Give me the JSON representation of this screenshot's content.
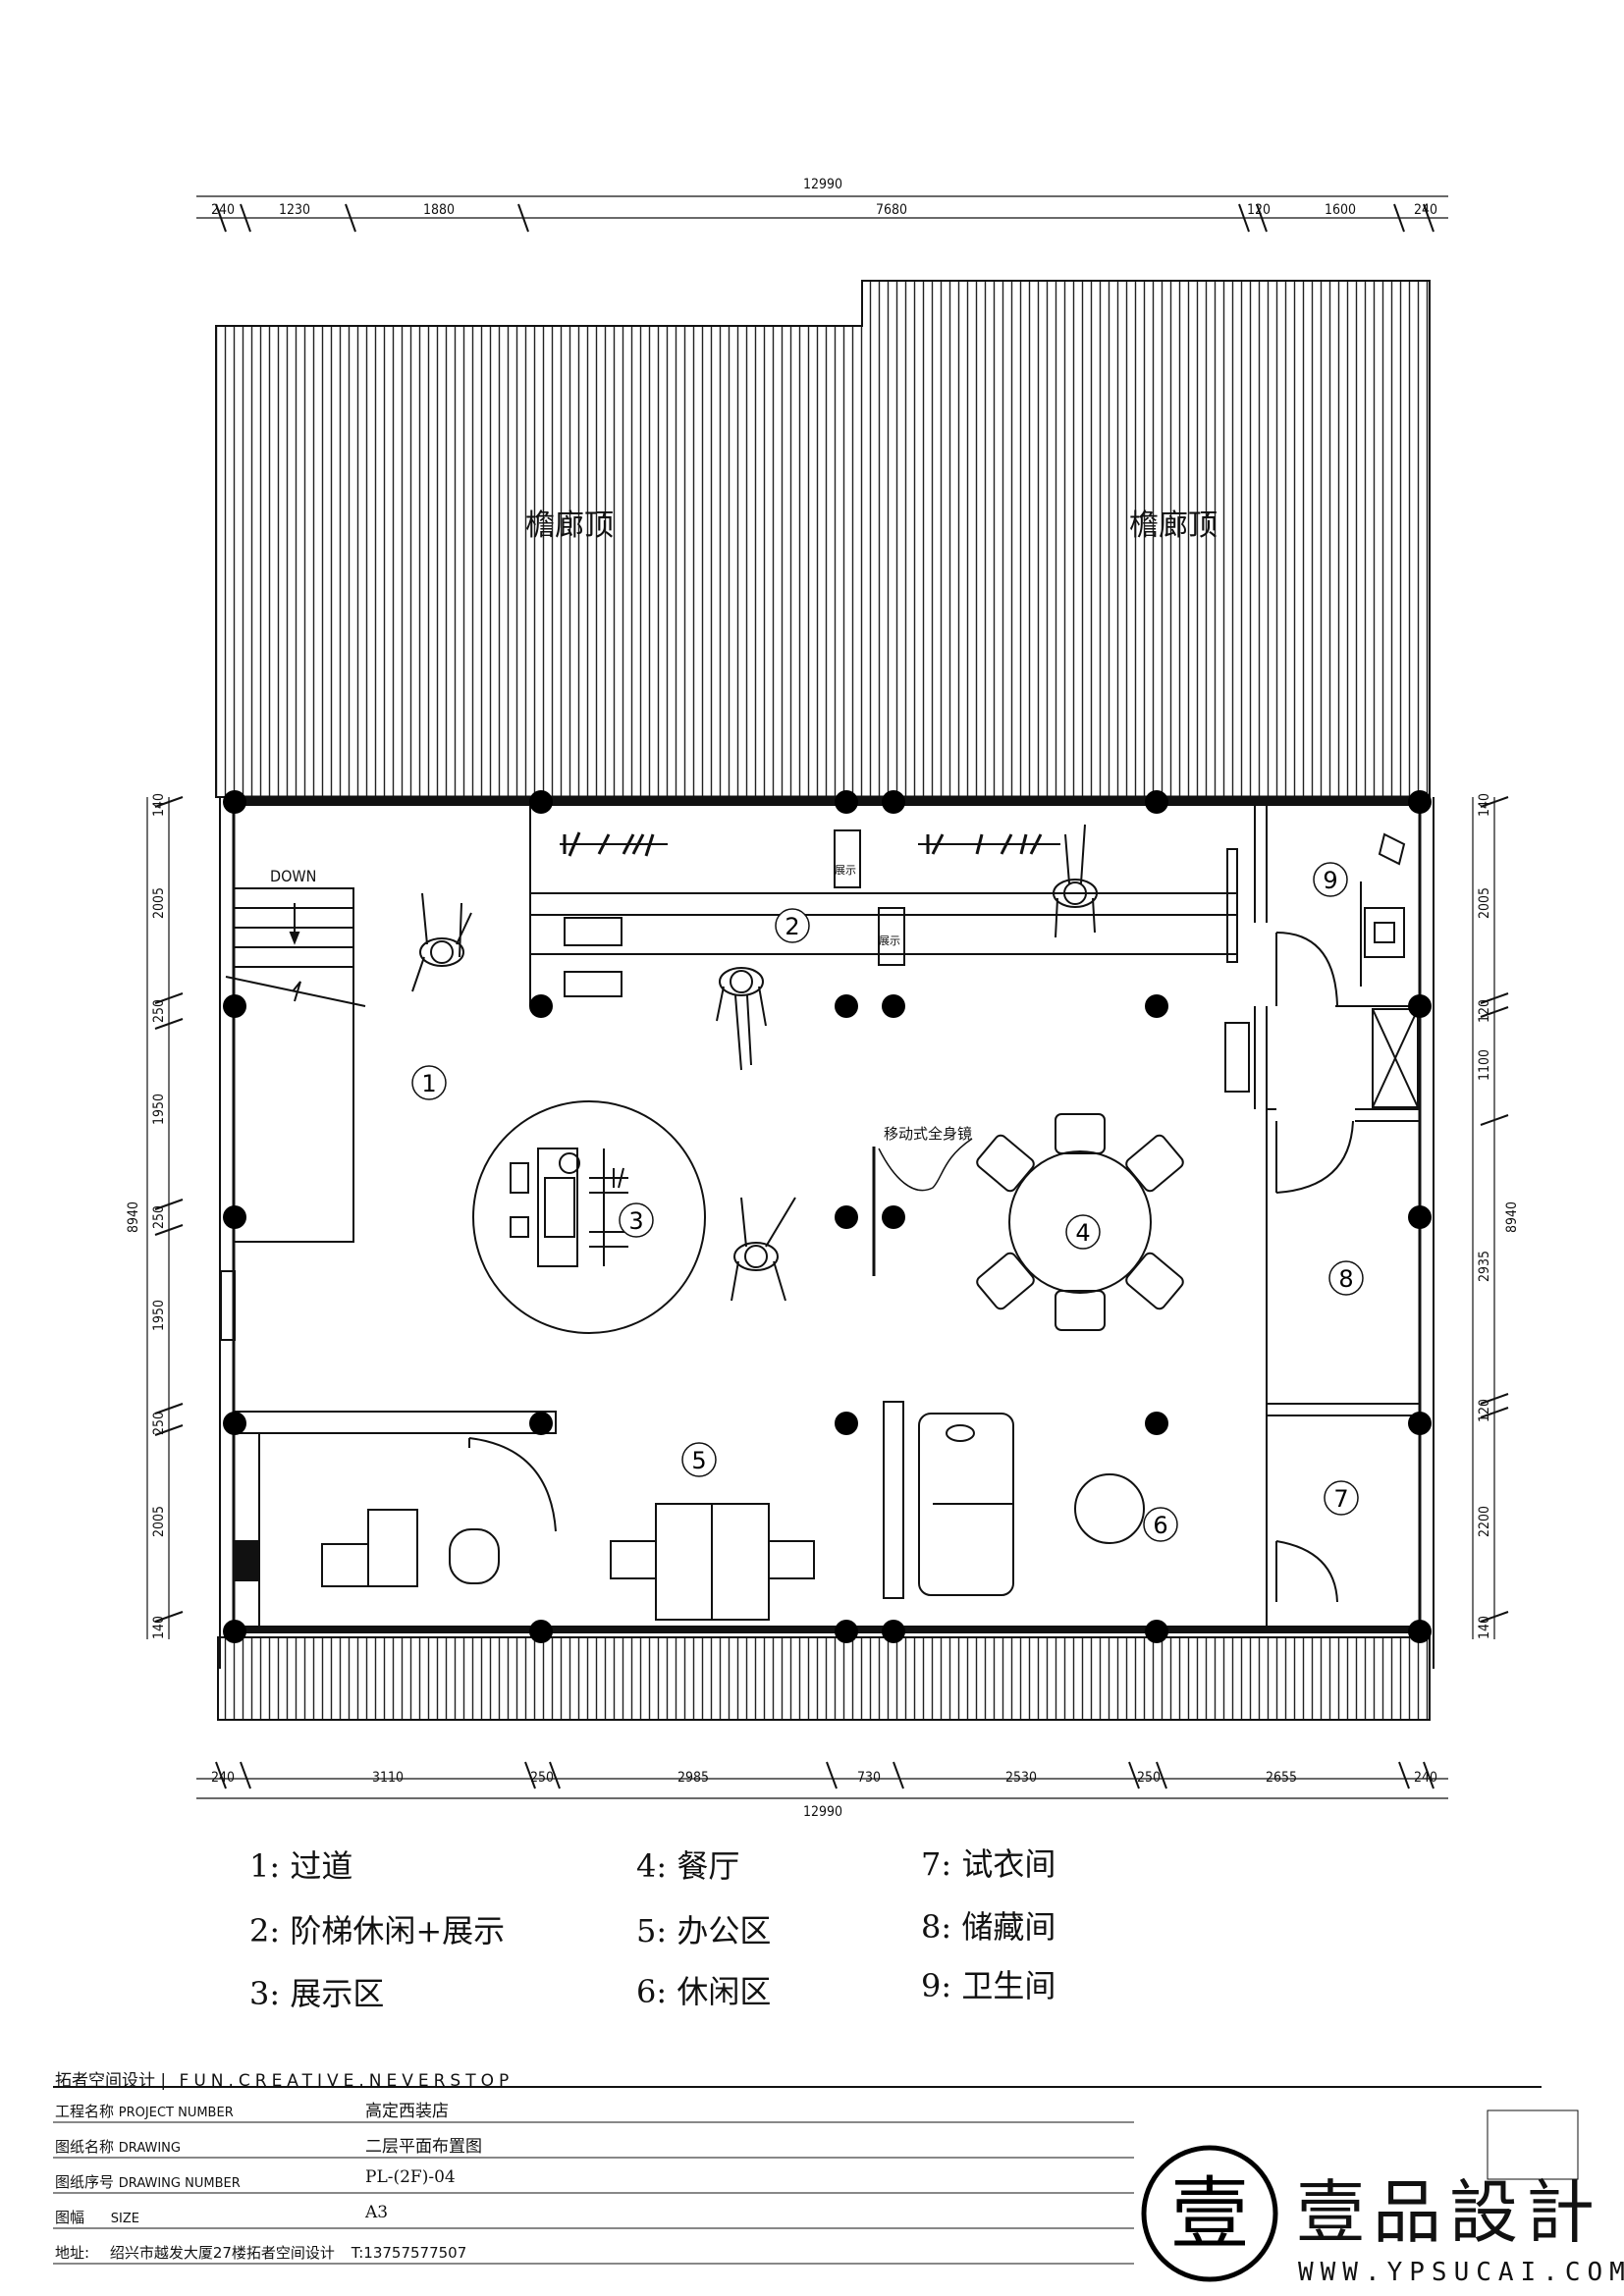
{
  "dims_top": {
    "total": "12990",
    "segments": [
      "240",
      "1230",
      "1880",
      "7680",
      "120",
      "1600",
      "240"
    ]
  },
  "dims_bottom": {
    "total": "12990",
    "segments": [
      "240",
      "3110",
      "250",
      "2985",
      "730",
      "2530",
      "250",
      "2655",
      "240"
    ]
  },
  "dims_left": {
    "total": "8940",
    "segments": [
      "140",
      "2005",
      "250",
      "1950",
      "250",
      "1950",
      "250",
      "2005",
      "140"
    ]
  },
  "dims_right": {
    "total": "8940",
    "segments": [
      "140",
      "2005",
      "120",
      "1100",
      "2935",
      "120",
      "2200",
      "140"
    ]
  },
  "roof_labels": [
    "檐廊顶",
    "檐廊顶"
  ],
  "plan_labels": {
    "down": "DOWN",
    "mirror": "移动式全身镜",
    "display_a": "展示",
    "display_b": "展示"
  },
  "room_numbers": [
    "1",
    "2",
    "3",
    "4",
    "5",
    "6",
    "7",
    "8",
    "9"
  ],
  "legend": [
    {
      "num": "1:",
      "name": "过道"
    },
    {
      "num": "2:",
      "name": "阶梯休闲+展示"
    },
    {
      "num": "3:",
      "name": "展示区"
    },
    {
      "num": "4:",
      "name": "餐厅"
    },
    {
      "num": "5:",
      "name": "办公区"
    },
    {
      "num": "6:",
      "name": "休闲区"
    },
    {
      "num": "7:",
      "name": "试衣间"
    },
    {
      "num": "8:",
      "name": "储藏间"
    },
    {
      "num": "9:",
      "name": "卫生间"
    }
  ],
  "title_block": {
    "company": "拓者空间设计",
    "slogan": "FUN.CREATIVE.NEVERSTOP",
    "rows": [
      {
        "label_cn": "工程名称",
        "label_en": "PROJECT NUMBER",
        "value": "高定西装店"
      },
      {
        "label_cn": "图纸名称",
        "label_en": "DRAWING",
        "value": "二层平面布置图"
      },
      {
        "label_cn": "图纸序号",
        "label_en": "DRAWING NUMBER",
        "value": "PL-(2F)-04"
      },
      {
        "label_cn": "图幅",
        "label_en": "SIZE",
        "value": "A3"
      }
    ],
    "address_label": "地址:",
    "address": "绍兴市越发大厦27楼拓者空间设计",
    "phone": "T:13757577507"
  },
  "brand": {
    "cn": "壹品設計",
    "seal": "壹",
    "url": "WWW.YPSUCAI.COM"
  }
}
